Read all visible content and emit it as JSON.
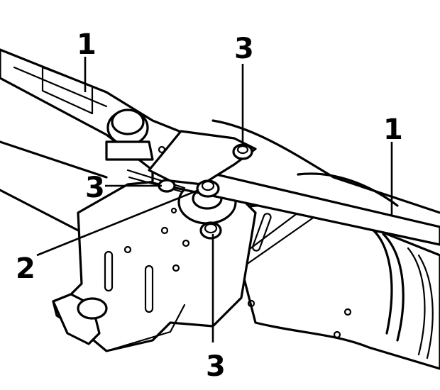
{
  "diagram": {
    "callouts": [
      {
        "id": "wiper-arm-left",
        "label": "1"
      },
      {
        "id": "wiper-arm-right",
        "label": "1"
      },
      {
        "id": "motor-crank-nut",
        "label": "2"
      },
      {
        "id": "mounting-bolt-top",
        "label": "3"
      },
      {
        "id": "mounting-bolt-left",
        "label": "3"
      },
      {
        "id": "mounting-bolt-bottom",
        "label": "3"
      }
    ]
  }
}
